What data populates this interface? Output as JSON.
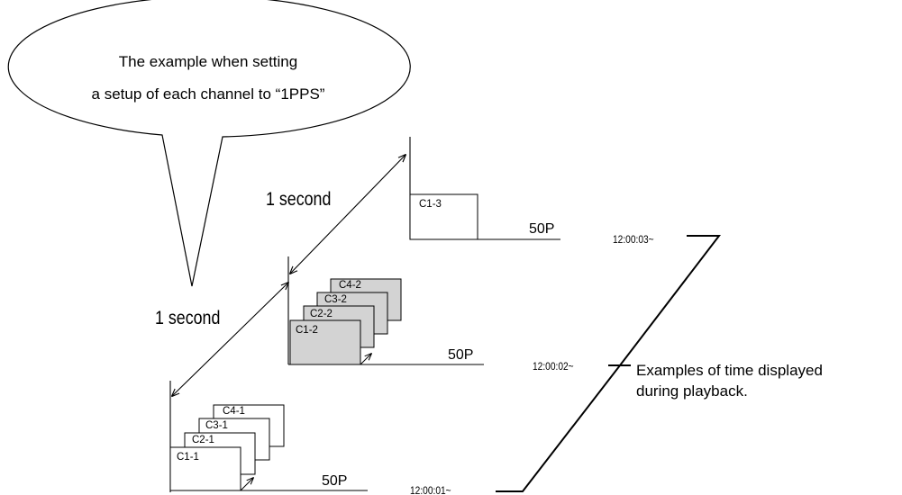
{
  "callout": {
    "line1": "The example when setting",
    "line2": "a setup of each channel to “1PPS”"
  },
  "interval_labels": [
    "1 second",
    "1 second"
  ],
  "groups": [
    {
      "frames": [
        "C1-1",
        "C2-1",
        "C3-1",
        "C4-1"
      ],
      "rate": "50P",
      "shaded": false
    },
    {
      "frames": [
        "C1-2",
        "C2-2",
        "C3-2",
        "C4-2"
      ],
      "rate": "50P",
      "shaded": true
    },
    {
      "frames": [
        "C1-3"
      ],
      "rate": "50P",
      "shaded": false
    }
  ],
  "timeline": {
    "times": [
      "12:00:01~",
      "12:00:02~",
      "12:00:03~"
    ],
    "caption_line1": "Examples of time displayed",
    "caption_line2": "during playback."
  },
  "colors": {
    "line": "#000000",
    "shaded_frame": "#d3d3d3",
    "frame": "#ffffff"
  }
}
